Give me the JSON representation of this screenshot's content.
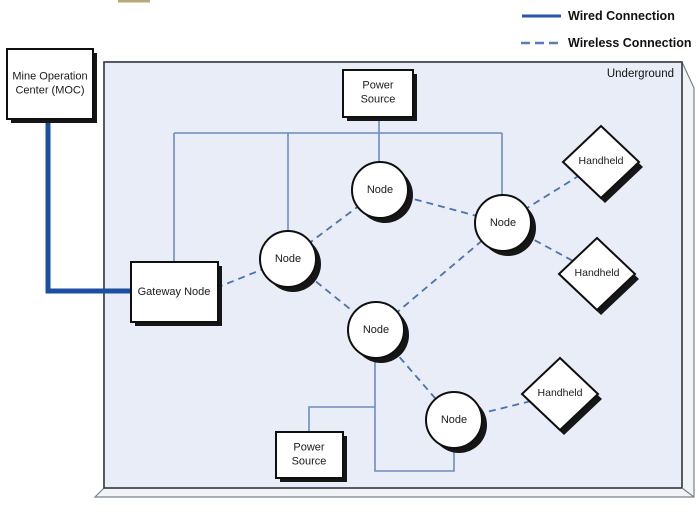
{
  "legend": {
    "items": [
      {
        "label": "Wired Connection",
        "style": "solid"
      },
      {
        "label": "Wireless Connection",
        "style": "dashed"
      }
    ]
  },
  "diagram": {
    "region_label": "Underground",
    "nodes": {
      "moc": {
        "label": "Mine Operation\nCenter (MOC)",
        "shape": "box"
      },
      "gateway": {
        "label": "Gateway Node",
        "shape": "box"
      },
      "power_top": {
        "label": "Power\nSource",
        "shape": "box"
      },
      "power_bottom": {
        "label": "Power\nSource",
        "shape": "box"
      },
      "node_a": {
        "label": "Node",
        "shape": "circle"
      },
      "node_b": {
        "label": "Node",
        "shape": "circle"
      },
      "node_c": {
        "label": "Node",
        "shape": "circle"
      },
      "node_d": {
        "label": "Node",
        "shape": "circle"
      },
      "node_e": {
        "label": "Node",
        "shape": "circle"
      },
      "handheld_1": {
        "label": "Handheld",
        "shape": "diamond"
      },
      "handheld_2": {
        "label": "Handheld",
        "shape": "diamond"
      },
      "handheld_3": {
        "label": "Handheld",
        "shape": "diamond"
      }
    },
    "connections": {
      "wired": [
        [
          "Mine Operation Center (MOC)",
          "Gateway Node"
        ]
      ],
      "wireless": [
        [
          "Gateway Node",
          "Node A"
        ],
        [
          "Node A",
          "Node B"
        ],
        [
          "Node B",
          "Node C"
        ],
        [
          "Node A",
          "Node D"
        ],
        [
          "Node D",
          "Node C"
        ],
        [
          "Node D",
          "Node E"
        ],
        [
          "Node C",
          "Handheld 1"
        ],
        [
          "Node C",
          "Handheld 2"
        ],
        [
          "Node E",
          "Handheld 3"
        ]
      ],
      "power": [
        [
          "Power Source (top)",
          "Gateway Node"
        ],
        [
          "Power Source (top)",
          "Node A"
        ],
        [
          "Power Source (top)",
          "Node B"
        ],
        [
          "Power Source (top)",
          "Node C"
        ],
        [
          "Power Source (bottom)",
          "Node D"
        ],
        [
          "Power Source (bottom)",
          "Node E"
        ]
      ]
    },
    "colors": {
      "wired": "#1c4fa1",
      "wireless": "#4a72ad",
      "power": "#6d8cbe",
      "region_fill": "#e9edf8",
      "region_border": "#33383f",
      "shadow": "#161616"
    }
  }
}
